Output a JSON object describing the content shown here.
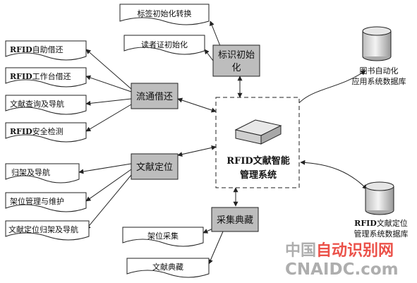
{
  "center": {
    "line1_rfid": "RFID",
    "line1_rest": "文献智能",
    "line2": "管理系统"
  },
  "hubs": {
    "circulation": "流通借还",
    "positioning": "文献定位",
    "collection": "采集典藏",
    "label_init_1": "标识初始",
    "label_init_2": "化"
  },
  "left_nodes": {
    "self_borrow": {
      "rfid": "RFID",
      "text": "自助借还"
    },
    "desk_borrow": {
      "rfid": "RFID",
      "text": "工作台借还"
    },
    "query_nav": {
      "text": "文献查询及导航"
    },
    "security": {
      "rfid": "RFID",
      "text": "安全检测"
    },
    "shelve_nav": {
      "text": "归架及导航"
    },
    "shelf_mgmt": {
      "text": "架位管理与维护"
    },
    "locate_shelve_nav": {
      "text": "文献定位归架及导航"
    }
  },
  "top_nodes": {
    "tag_init": "标签初始化转换",
    "reader_card_init": "读者证初始化"
  },
  "bottom_nodes": {
    "shelf_collect": "架位采集",
    "archive": "文献典藏"
  },
  "databases": {
    "library_db_1": "图书自动化",
    "library_db_2": "应用系统数据库",
    "position_db_1_rfid": "RFID",
    "position_db_1_rest": "文献定位",
    "position_db_2": "管理系统数据库"
  },
  "watermark": {
    "cn_gray": "中国",
    "cn_red": "自动识别网",
    "en": "CNAIDC.com"
  },
  "colors": {
    "hub_fill": "#bdbdbd",
    "watermark_red": "#e8332a",
    "watermark_gray": "#a0a0a0",
    "stroke": "#222222"
  }
}
